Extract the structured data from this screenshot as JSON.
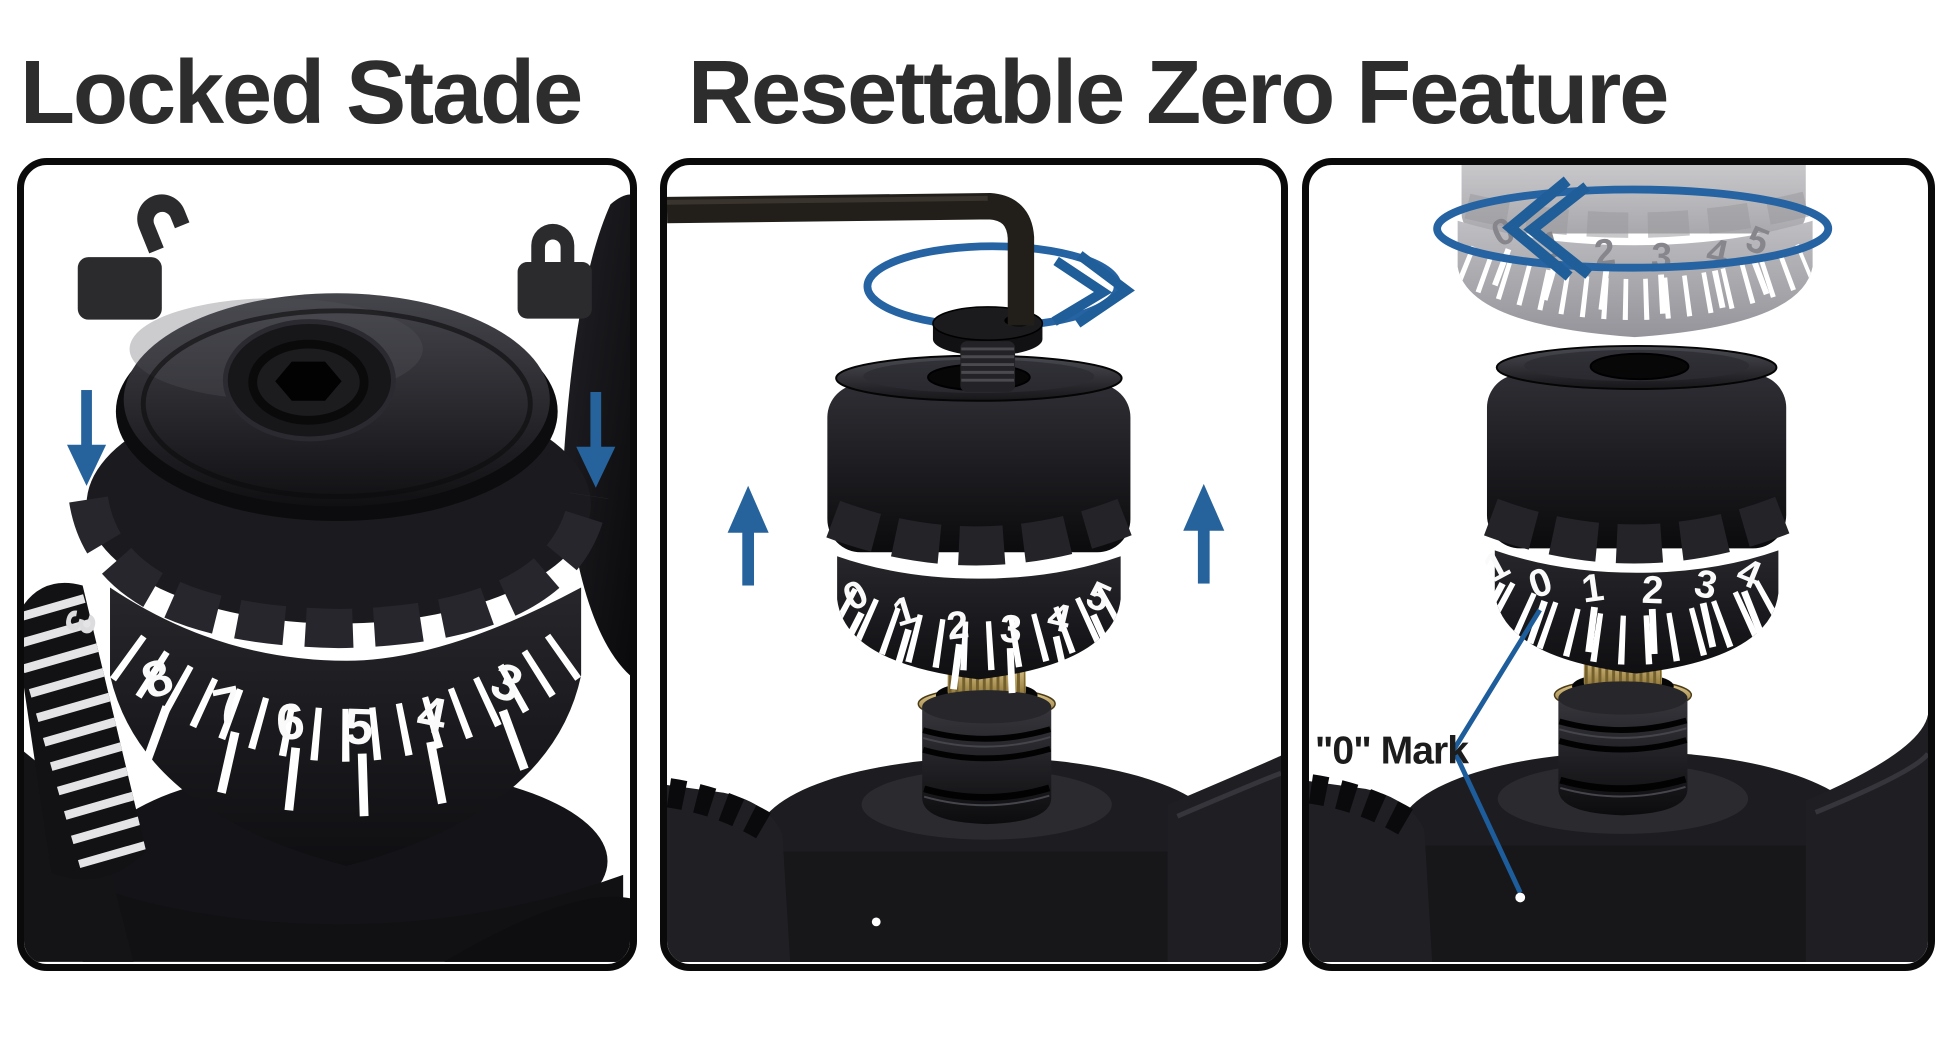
{
  "headings": {
    "left": "Locked Stade",
    "right": "Resettable Zero Feature"
  },
  "colors": {
    "accent_blue": "#26639c",
    "heading_text": "#2d2d2d",
    "panel_border": "#0a0a0a",
    "dial_number_white": "#fafafa",
    "ghost_gray": "#86868c",
    "brass": "#c2a96a"
  },
  "panels": [
    {
      "name": "locked-state",
      "lock_icons": [
        "unlocked",
        "locked"
      ],
      "arrow_direction": "down",
      "dial_numbers": [
        "8",
        "7",
        "6",
        "5",
        "4",
        "3"
      ],
      "side_dial_number": "3"
    },
    {
      "name": "resettable-zero",
      "tool": "allen-key",
      "rotation": "clockwise",
      "arrow_direction": "up",
      "dial_numbers": [
        "0",
        "1",
        "2",
        "3",
        "4",
        "5"
      ]
    },
    {
      "name": "zero-mark",
      "rotation": "counter-clockwise",
      "ghost_dial_numbers": [
        "0",
        "1",
        "2",
        "3",
        "4",
        "5"
      ],
      "dial_numbers": [
        "1",
        "0",
        "1",
        "2",
        "3",
        "4"
      ],
      "callout_label": "\"0\" Mark"
    }
  ]
}
